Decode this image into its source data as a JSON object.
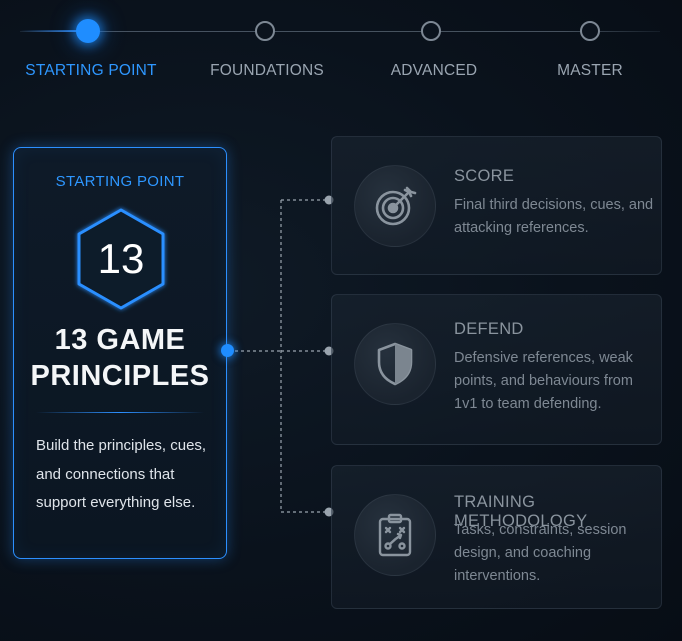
{
  "progress": {
    "steps": [
      {
        "label": "STARTING POINT",
        "active": true
      },
      {
        "label": "FOUNDATIONS",
        "active": false
      },
      {
        "label": "ADVANCED",
        "active": false
      },
      {
        "label": "MASTER",
        "active": false
      }
    ]
  },
  "main_card": {
    "eyebrow": "STARTING POINT",
    "number": "13",
    "title_line1": "13 GAME",
    "title_line2": "PRINCIPLES",
    "description": "Build the principles, cues, and connections that support everything else."
  },
  "categories": [
    {
      "title": "SCORE",
      "description": "Final third decisions, cues, and attacking references.",
      "icon": "target-icon"
    },
    {
      "title": "DEFEND",
      "description": "Defensive references, weak points, and behaviours from 1v1 to team defending.",
      "icon": "shield-icon"
    },
    {
      "title": "TRAINING METHODOLOGY",
      "description": "Tasks, constraints, session design, and coaching interventions.",
      "icon": "tactics-board-icon"
    }
  ],
  "colors": {
    "accent": "#2c8fff",
    "background": "#0a121c",
    "muted_text": "#8a949e"
  }
}
